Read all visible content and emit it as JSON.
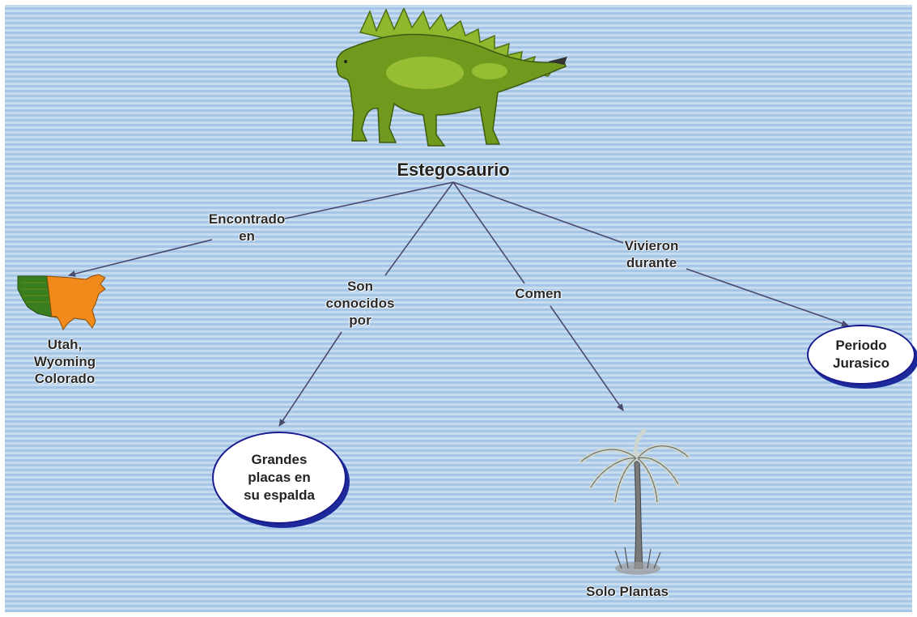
{
  "concept_map": {
    "root": {
      "label": "Estegosaurio",
      "image": "stegosaurus-illustration"
    },
    "links": [
      {
        "label": "Encontrado\nen",
        "target": "Utah,\nWyoming\nColorado",
        "target_image": "usa-map"
      },
      {
        "label": "Son\nconocidos\npor",
        "target": "Grandes\nplacas en\nsu espalda"
      },
      {
        "label": "Comen",
        "target": "Solo Plantas",
        "target_image": "palm-tree"
      },
      {
        "label": "Vivieron\ndurante",
        "target": "Periodo\nJurasico"
      }
    ]
  },
  "colors": {
    "background_stripe_light": "#c8dcef",
    "background_stripe_dark": "#a5c6e6",
    "arrow": "#4a4a6e",
    "node_border": "#1a1a8c",
    "dinosaur_green": "#8fb82e",
    "map_orange": "#f08a1a",
    "map_green": "#3a7d1e"
  }
}
